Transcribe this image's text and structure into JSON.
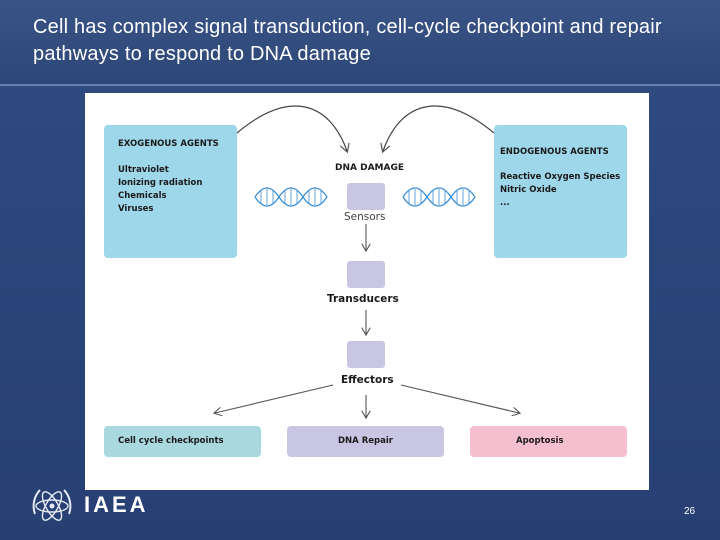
{
  "slide": {
    "title": "Cell has complex signal transduction, cell-cycle checkpoint and repair pathways to respond to DNA damage",
    "page_number": "26",
    "org_logo_text": "IAEA"
  },
  "diagram": {
    "exogenous": {
      "heading": "EXOGENOUS AGENTS",
      "items": [
        "Ultraviolet",
        "Ionizing radiation",
        "Chemicals",
        "Viruses"
      ]
    },
    "endogenous": {
      "heading": "ENDOGENOUS AGENTS",
      "items": [
        "Reactive Oxygen Species",
        "Nitric Oxide",
        "..."
      ]
    },
    "dna_damage_label": "DNA DAMAGE",
    "sensors_label": "Sensors",
    "transducers_label": "Transducers",
    "effectors_label": "Effectors",
    "outcomes": {
      "cell_cycle": "Cell cycle checkpoints",
      "dna_repair": "DNA Repair",
      "apoptosis": "Apoptosis"
    },
    "colors": {
      "agent_box": "#9fd7ea",
      "node": "#c9c6e3",
      "cell_cycle": "#a9d8de",
      "dna_repair": "#c9c6e3",
      "apoptosis": "#f6bfd0",
      "dna_helix": "#3b8fd6"
    }
  }
}
